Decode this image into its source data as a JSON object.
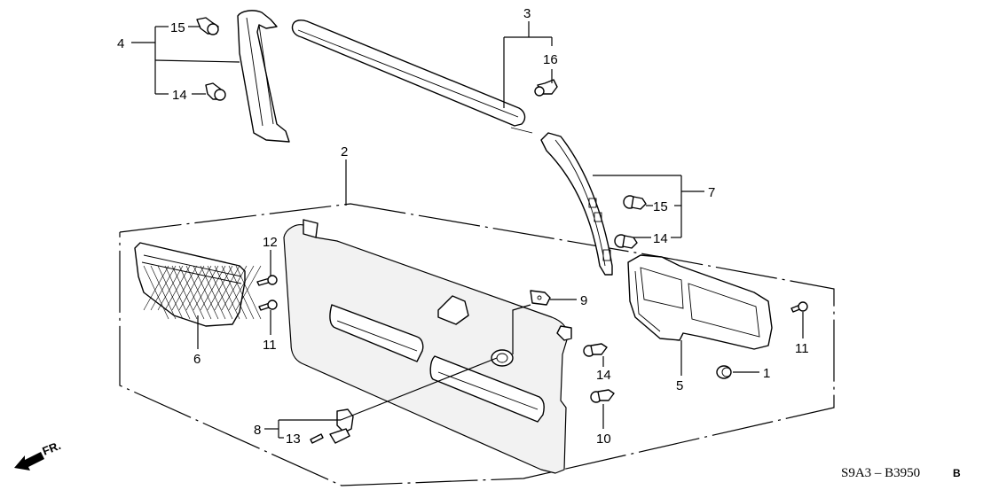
{
  "diagram": {
    "title": "Tailgate Lining Parts Diagram",
    "diagram_code": "S9A3 – B3950",
    "diagram_code_suffix": "B",
    "direction_label": "FR.",
    "callouts": [
      {
        "id": "c1",
        "label": "1",
        "part": "grommet"
      },
      {
        "id": "c2",
        "label": "2",
        "part": "tailgate-lining"
      },
      {
        "id": "c3",
        "label": "3",
        "part": "upper-garnish"
      },
      {
        "id": "c4",
        "label": "4",
        "part": "left-side-garnish"
      },
      {
        "id": "c5",
        "label": "5",
        "part": "right-pocket-trim"
      },
      {
        "id": "c6",
        "label": "6",
        "part": "left-speaker-grille"
      },
      {
        "id": "c7",
        "label": "7",
        "part": "right-side-garnish"
      },
      {
        "id": "c8",
        "label": "8",
        "part": "pull-handle-assembly"
      },
      {
        "id": "c9",
        "label": "9",
        "part": "clip-nut"
      },
      {
        "id": "c10",
        "label": "10",
        "part": "clip"
      },
      {
        "id": "c11a",
        "label": "11",
        "part": "screw-left"
      },
      {
        "id": "c11b",
        "label": "11",
        "part": "screw-right"
      },
      {
        "id": "c12",
        "label": "12",
        "part": "screw"
      },
      {
        "id": "c13",
        "label": "13",
        "part": "tapping-screw"
      },
      {
        "id": "c14a",
        "label": "14",
        "part": "clip-left-garnish"
      },
      {
        "id": "c14b",
        "label": "14",
        "part": "clip-right-garnish"
      },
      {
        "id": "c14c",
        "label": "14",
        "part": "clip-lining"
      },
      {
        "id": "c15a",
        "label": "15",
        "part": "clip-left-garnish"
      },
      {
        "id": "c15b",
        "label": "15",
        "part": "clip-right-garnish"
      },
      {
        "id": "c16",
        "label": "16",
        "part": "clip-upper-garnish"
      }
    ]
  }
}
